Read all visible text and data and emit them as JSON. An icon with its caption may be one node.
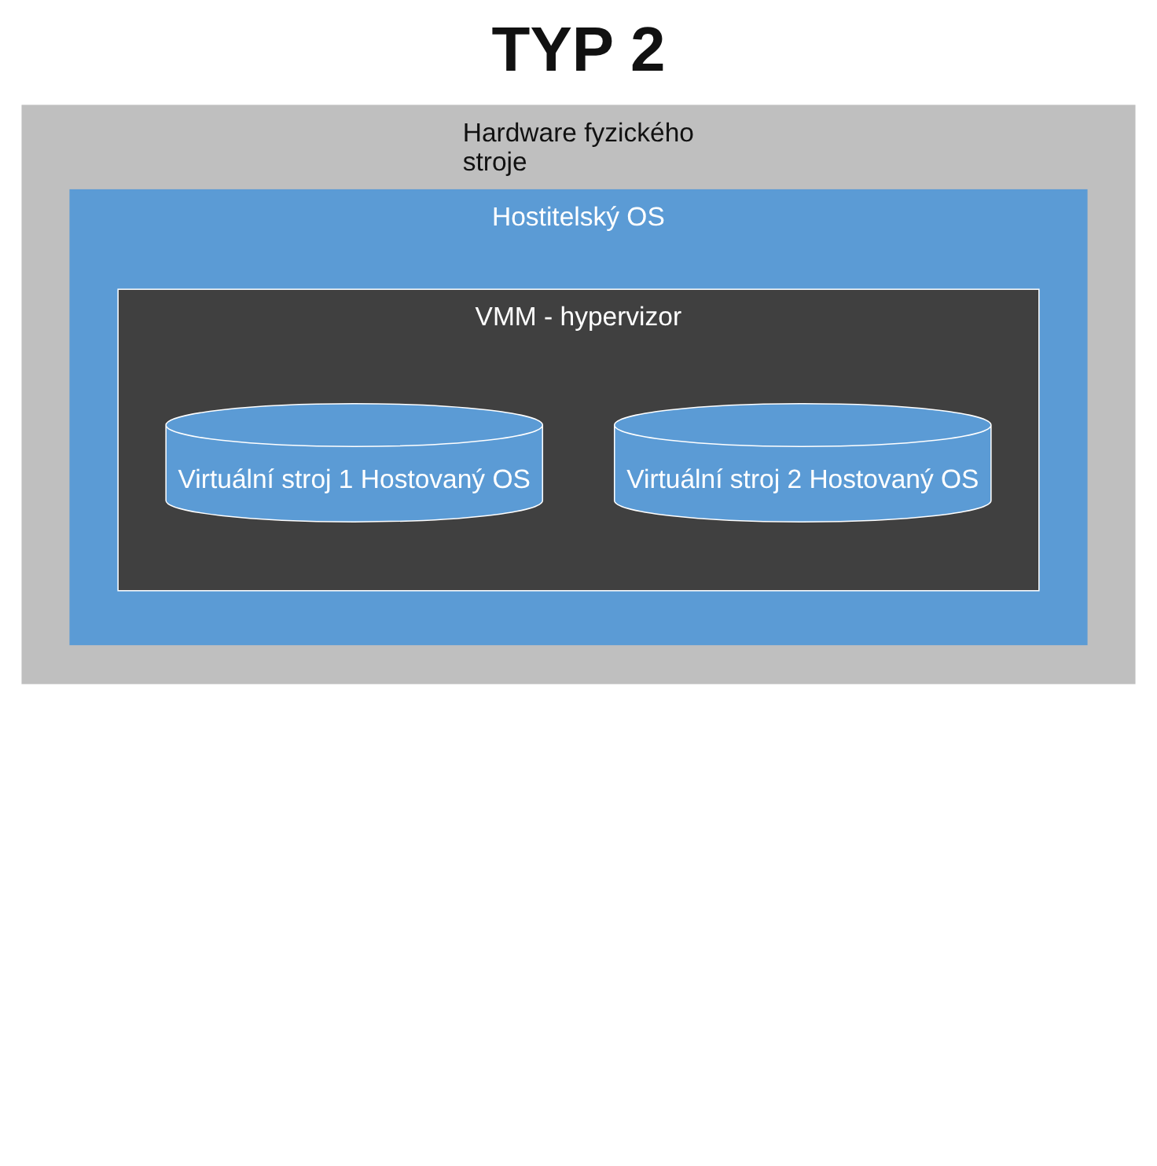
{
  "diagram": {
    "title": "TYP 2",
    "nodes": [
      {
        "text": [
          "Hardware fyzického stroje"
        ]
      },
      {
        "text": [
          "Hostitelský OS"
        ],
        "in": 0
      },
      {
        "text": [
          "VMM - hypervizor"
        ],
        "in": 1
      },
      {
        "text": [
          "Virtuální stroj 1 Hostovaný OS"
        ],
        "in": 2
      },
      {
        "text": [
          "Virtuální stroj 2 Hostovaný OS"
        ],
        "in": 2
      }
    ]
  }
}
